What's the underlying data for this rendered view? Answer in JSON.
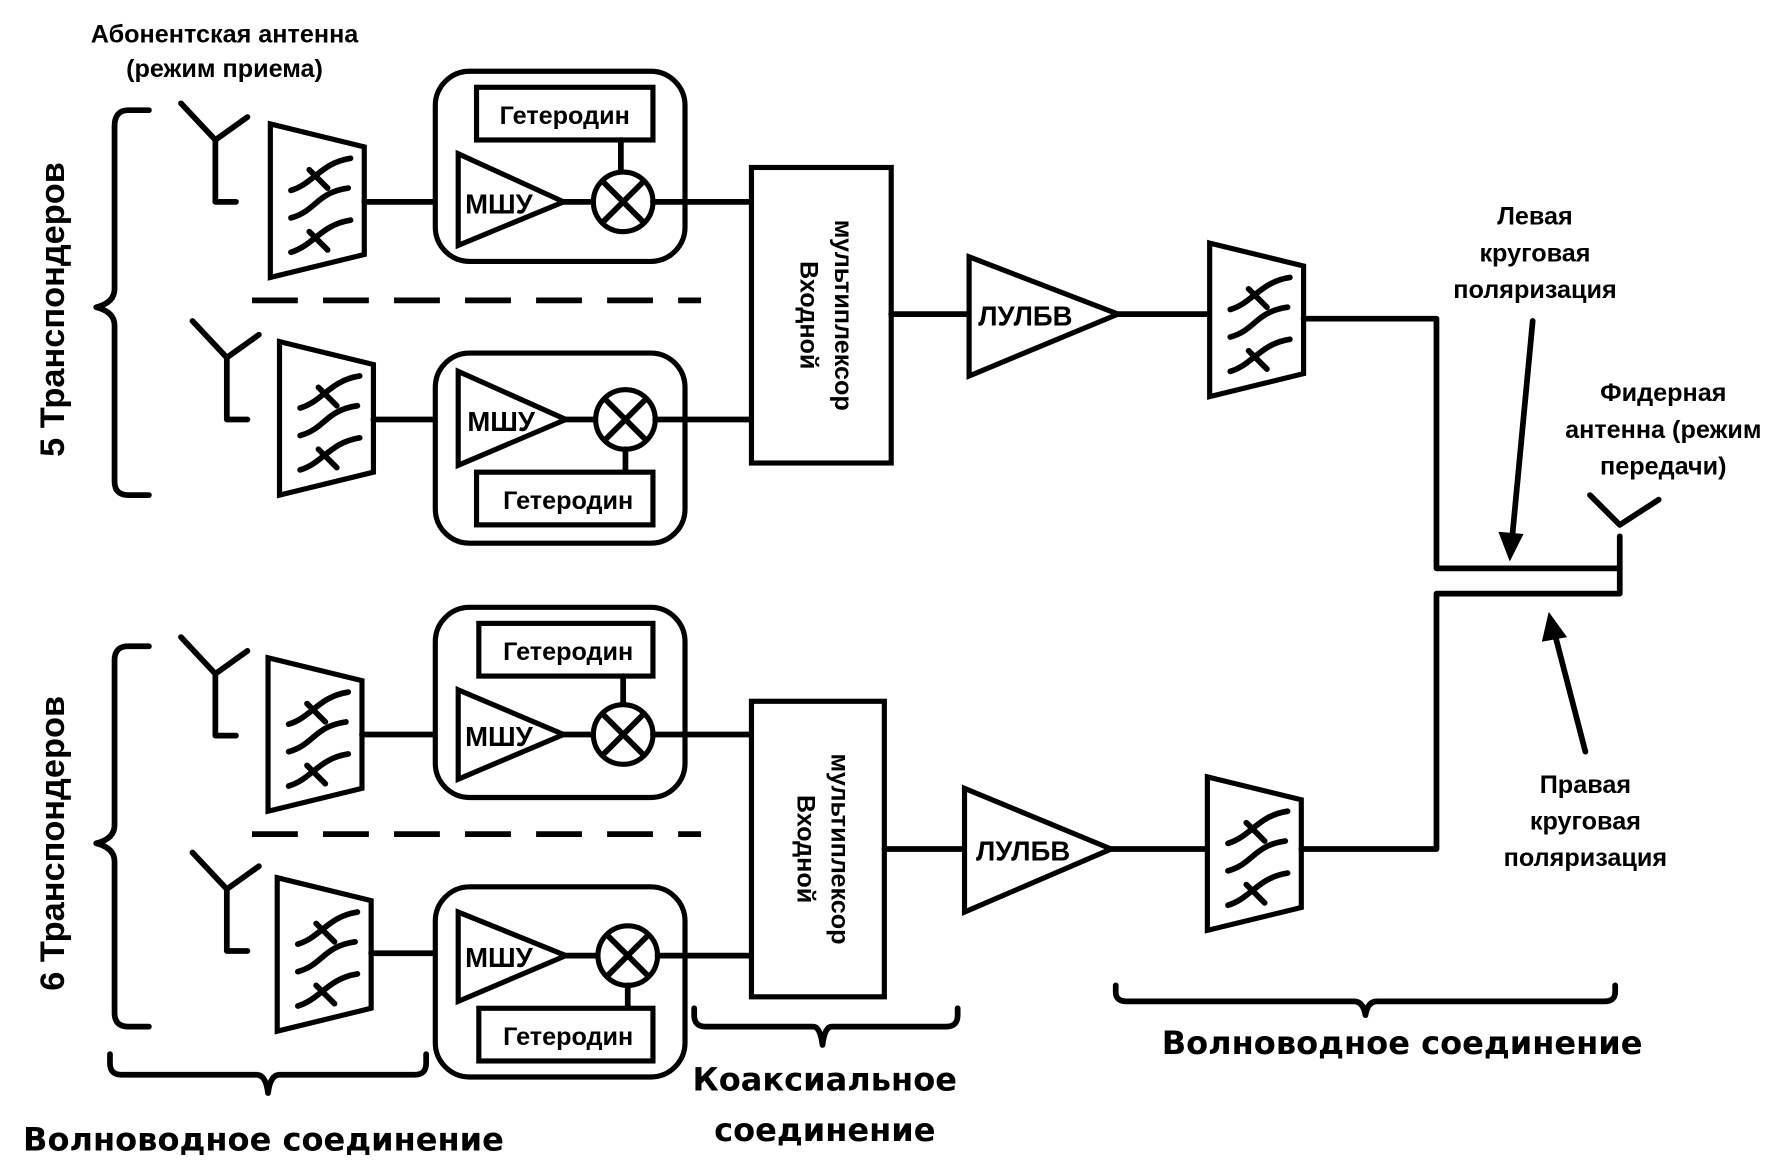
{
  "labels": {
    "subscriber_antenna": [
      "Абонентская антенна",
      "(режим приема)"
    ],
    "group_top": "5 Транспондеров",
    "group_bottom": "6 Транспондеров",
    "local_oscillator": "Гетеродин",
    "lna": "МШУ",
    "input_mux": [
      "Входной",
      "мультиплексор"
    ],
    "twta": "ЛУЛБВ",
    "left_polarization": [
      "Левая",
      "круговая",
      "поляризация"
    ],
    "right_polarization": [
      "Правая",
      "круговая",
      "поляризация"
    ],
    "feeder_antenna": [
      "Фидерная",
      "антенна (режим",
      "передачи)"
    ],
    "waveguide_left": "Волноводное соединение",
    "coaxial": [
      "Коаксиальное",
      "соединение"
    ],
    "waveguide_right": "Волноводное соединение"
  },
  "icons": {
    "antenna": "antenna-icon",
    "bandpass_filter": "filter-icon",
    "mixer": "mixer-icon",
    "amplifier": "amplifier-triangle",
    "arrow": "arrow-icon"
  }
}
